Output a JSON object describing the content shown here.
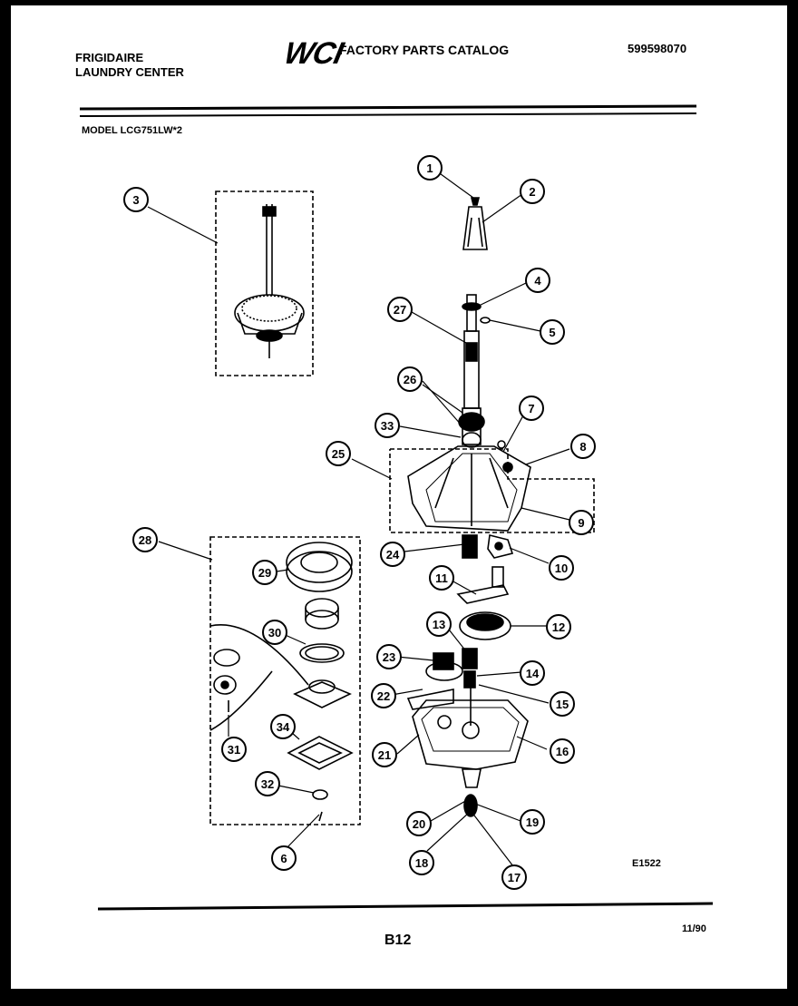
{
  "header": {
    "brand_line1": "FRIGIDAIRE",
    "brand_line2": "LAUNDRY CENTER",
    "logo_text": "WCI",
    "catalog_title": "FACTORY PARTS CATALOG",
    "catalog_number": "599598070",
    "model": "MODEL LCG751LW*2"
  },
  "diagram": {
    "figure_code": "E1522",
    "callouts": [
      "1",
      "2",
      "3",
      "4",
      "5",
      "6",
      "7",
      "8",
      "9",
      "10",
      "11",
      "12",
      "13",
      "14",
      "15",
      "16",
      "17",
      "18",
      "19",
      "20",
      "21",
      "22",
      "23",
      "24",
      "25",
      "26",
      "27",
      "28",
      "29",
      "30",
      "31",
      "32",
      "33",
      "34"
    ]
  },
  "footer": {
    "page": "B12",
    "date": "11/90"
  }
}
